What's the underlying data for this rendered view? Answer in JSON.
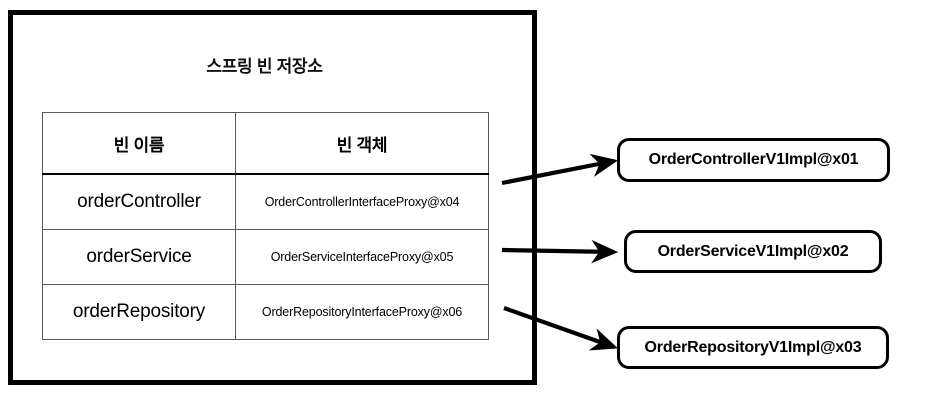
{
  "diagram": {
    "container": {
      "title": "스프링 빈 저장소"
    },
    "table": {
      "headers": {
        "bean_name": "빈 이름",
        "bean_object": "빈 객체"
      },
      "rows": [
        {
          "bean_name": "orderController",
          "bean_object": "OrderControllerInterfaceProxy@x04"
        },
        {
          "bean_name": "orderService",
          "bean_object": "OrderServiceInterfaceProxy@x05"
        },
        {
          "bean_name": "orderRepository",
          "bean_object": "OrderRepositoryInterfaceProxy@x06"
        }
      ]
    },
    "targets": [
      {
        "label": "OrderControllerV1Impl@x01"
      },
      {
        "label": "OrderServiceV1Impl@x02"
      },
      {
        "label": "OrderRepositoryV1Impl@x03"
      }
    ],
    "arrows": [
      {
        "name": "arrow-controller-to-impl"
      },
      {
        "name": "arrow-service-to-impl"
      },
      {
        "name": "arrow-repository-to-impl"
      }
    ],
    "colors": {
      "stroke": "#000000",
      "table_border": "#5a5a5a",
      "background": "#ffffff"
    }
  }
}
